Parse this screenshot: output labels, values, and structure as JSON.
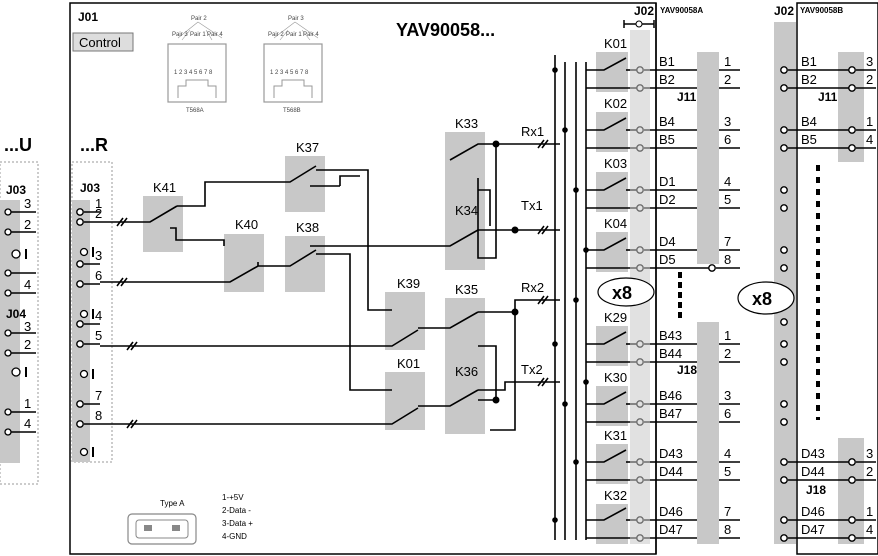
{
  "title": "YAV90058...",
  "j01": {
    "label": "J01",
    "control_label": "Control"
  },
  "rj45": [
    {
      "pairs": [
        "Pair 2",
        "Pair 3",
        "Pair 1",
        "Pair 4"
      ],
      "pins": "1 2 3 4 5 6 7 8",
      "caption": "T568A"
    },
    {
      "pairs": [
        "Pair 3",
        "Pair 2",
        "Pair 1",
        "Pair 4"
      ],
      "pins": "1 2 3 4 5 6 7 8",
      "caption": "T568B"
    }
  ],
  "left_u": {
    "title": "...U",
    "blocks": [
      {
        "label": "J03",
        "pins": [
          "3",
          "2",
          "",
          "4"
        ]
      },
      {
        "label": "J04",
        "pins": [
          "3",
          "2",
          "",
          "1",
          "4"
        ]
      }
    ]
  },
  "left_r": {
    "title": "...R",
    "label": "J03",
    "pins": [
      "1",
      "2",
      "",
      "3",
      "6",
      "",
      "4",
      "5",
      "",
      "7",
      "8",
      ""
    ]
  },
  "relays": [
    "K41",
    "K40",
    "K37",
    "K38",
    "K39",
    "K01",
    "K33",
    "K34",
    "K35",
    "K36"
  ],
  "signals": [
    "Rx1",
    "Tx1",
    "Rx2",
    "Tx2"
  ],
  "section_a": {
    "j02": "J02",
    "name": "YAV90058A",
    "relays": [
      "K01",
      "K02",
      "K03",
      "K04",
      "K29",
      "K30",
      "K31",
      "K32"
    ],
    "b_labels": [
      "B1",
      "B2",
      "B4",
      "B5",
      "D1",
      "D2",
      "D4",
      "D5",
      "B43",
      "B44",
      "B46",
      "B47",
      "D43",
      "D44",
      "D46",
      "D47"
    ],
    "j11": {
      "label": "J11",
      "pins": [
        "1",
        "2",
        "3",
        "6",
        "4",
        "5",
        "7",
        "8"
      ]
    },
    "j18": {
      "label": "J18",
      "pins": [
        "1",
        "2",
        "3",
        "6",
        "4",
        "5",
        "7",
        "8"
      ]
    },
    "multiplier": "x8"
  },
  "section_b": {
    "j02": "J02",
    "name": "YAV90058B",
    "b_labels": [
      "B1",
      "B2",
      "B4",
      "B5",
      "D43",
      "D44",
      "D46",
      "D47"
    ],
    "j11": {
      "label": "J11",
      "pins": [
        "3",
        "2",
        "1",
        "4"
      ]
    },
    "j18": {
      "label": "J18",
      "pins": [
        "3",
        "2",
        "1",
        "4"
      ]
    },
    "multiplier": "x8"
  },
  "usb": {
    "type": "Type A",
    "legend": [
      "1-+5V",
      "2-Data -",
      "3-Data +",
      "4-GND"
    ]
  }
}
